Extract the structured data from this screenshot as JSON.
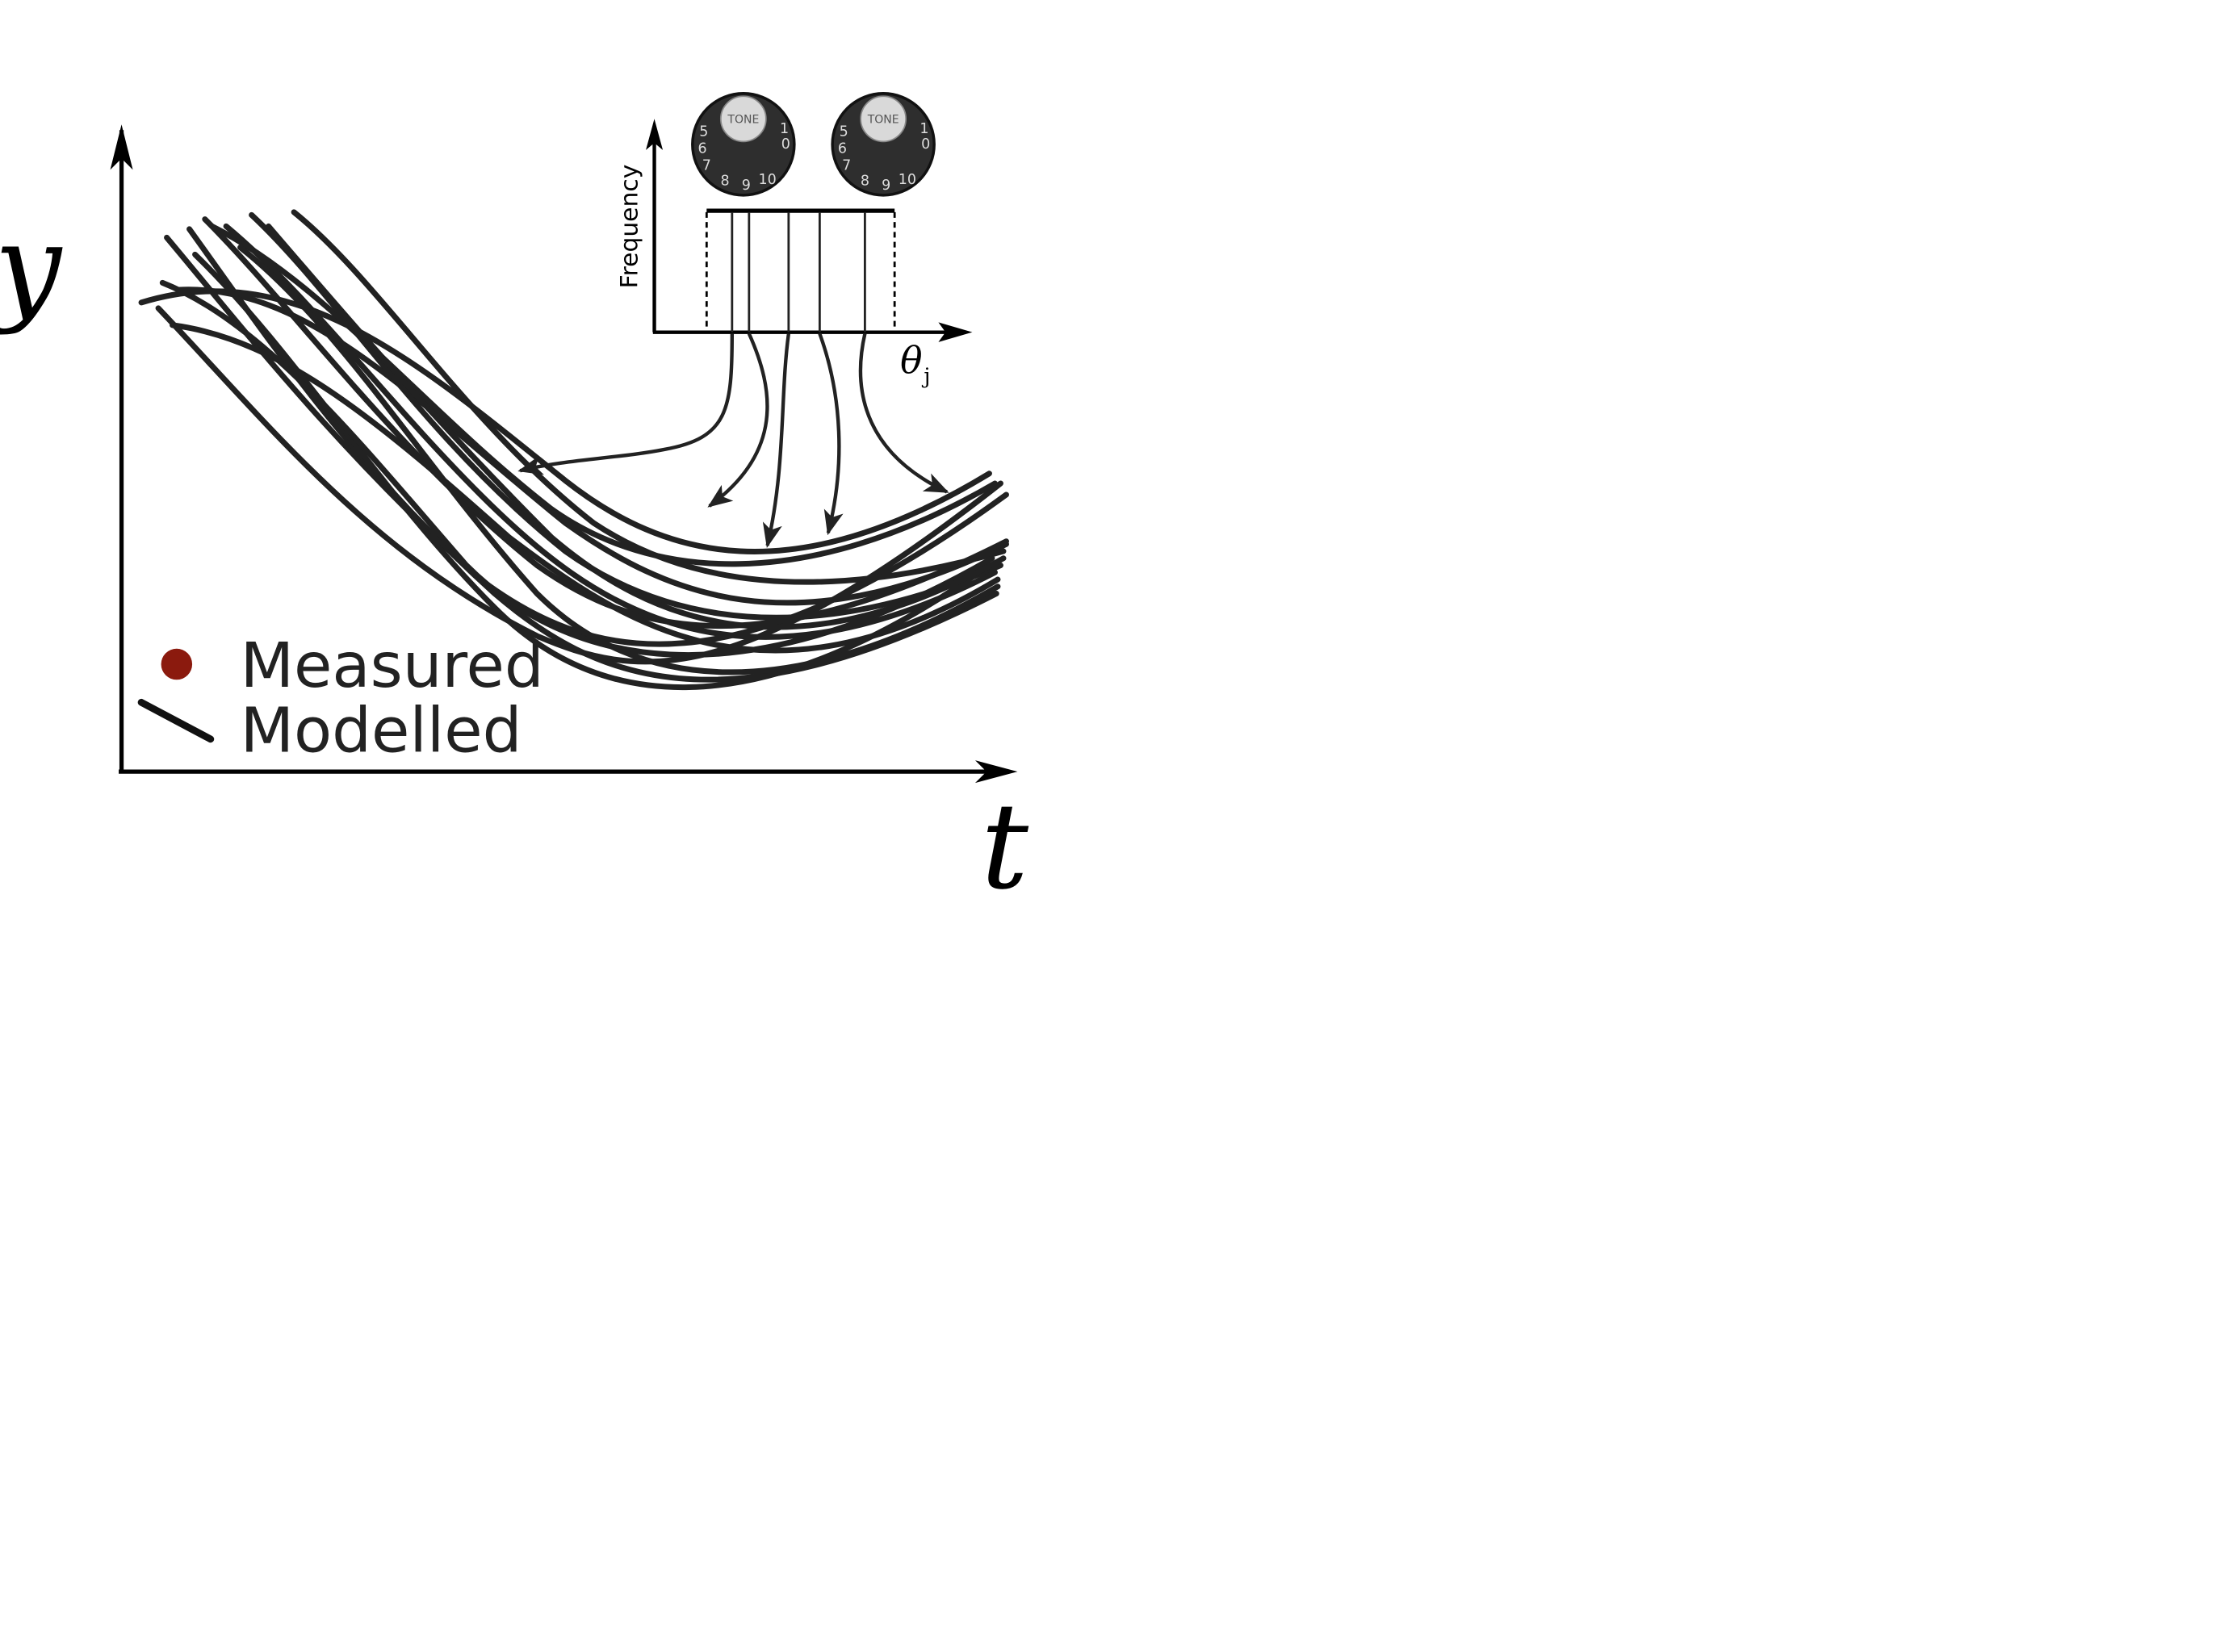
{
  "main_axes": {
    "y_label": "y",
    "x_label": "t"
  },
  "inset": {
    "y_label": "Frequency",
    "x_label": "θ",
    "x_label_subscript": "j"
  },
  "knobs": [
    {
      "cap_text": "TONE",
      "dial_numbers": [
        "1",
        "0",
        "10",
        "9",
        "8",
        "7",
        "6",
        "5"
      ]
    },
    {
      "cap_text": "TONE",
      "dial_numbers": [
        "1",
        "0",
        "10",
        "9",
        "8",
        "7",
        "6",
        "5"
      ]
    }
  ],
  "legend": {
    "items": [
      {
        "label": "Measured",
        "marker": "dot",
        "color": "#8b1a0e"
      },
      {
        "label": "Modelled",
        "marker": "line",
        "color": "#222222"
      }
    ]
  },
  "colors": {
    "curves": "#222222",
    "axes": "#000000",
    "measured_marker": "#8b1a0e",
    "knob_body": "#2e2e2e",
    "knob_cap": "#d9d9d9"
  },
  "icons": [
    "tone-knob-icon",
    "tone-knob-icon"
  ]
}
